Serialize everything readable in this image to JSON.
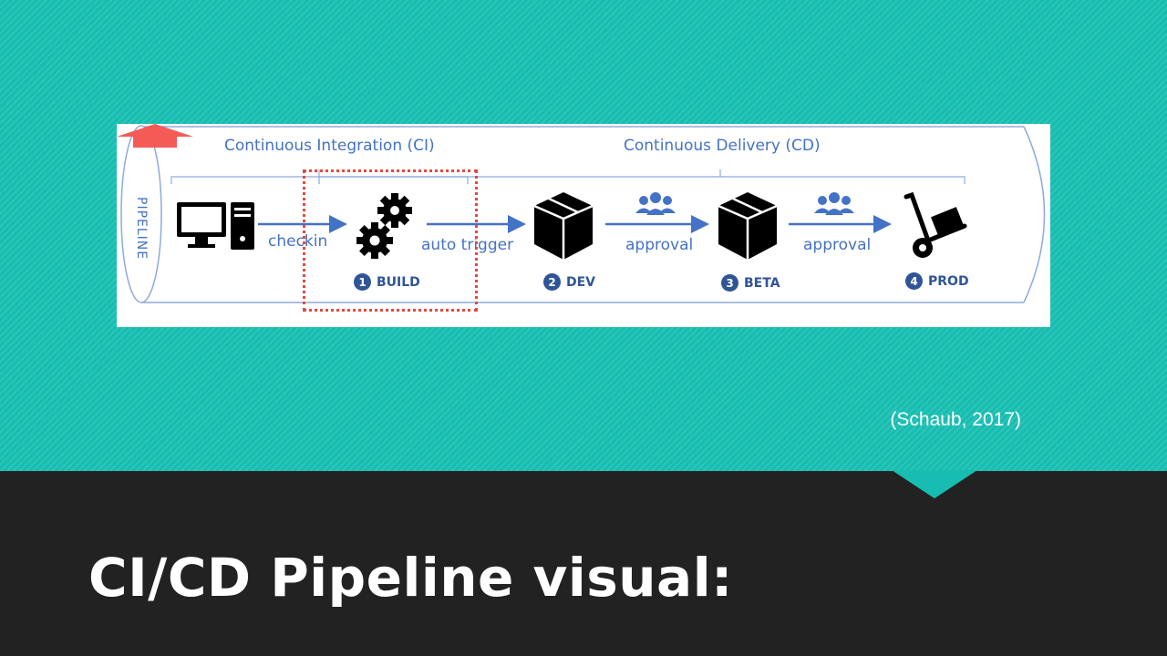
{
  "slide": {
    "title": "CI/CD Pipeline visual:",
    "citation": "(Schaub, 2017)",
    "colors": {
      "teal": "#16bdb0",
      "dark": "#222222",
      "diagram_blue": "#4472c4",
      "highlight_red": "#e8473f"
    }
  },
  "diagram": {
    "pipeline_label": "PIPELINE",
    "sections": {
      "ci": "Continuous Integration (CI)",
      "cd": "Continuous Delivery (CD)"
    },
    "arrows": {
      "checkin": "checkin",
      "auto_trigger": "auto trigger",
      "approval_1": "approval",
      "approval_2": "approval"
    },
    "steps": [
      {
        "num": "1",
        "label": "BUILD",
        "icon": "gears-icon"
      },
      {
        "num": "2",
        "label": "DEV",
        "icon": "package-icon"
      },
      {
        "num": "3",
        "label": "BETA",
        "icon": "package-icon"
      },
      {
        "num": "4",
        "label": "PROD",
        "icon": "hand-truck-icon"
      }
    ],
    "source_icon": "computer-icon",
    "approval_icon": "people-group-icon"
  }
}
